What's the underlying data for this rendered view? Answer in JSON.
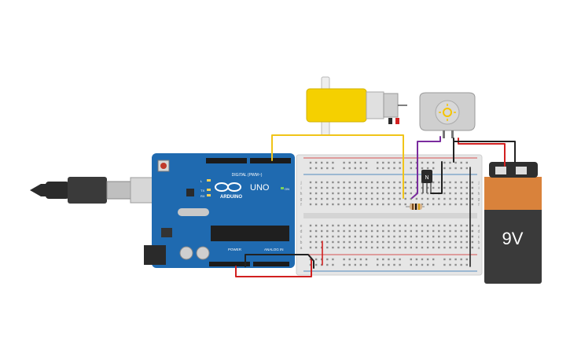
{
  "arduino": {
    "brand_text": "ARDUINO",
    "model_text": "UNO",
    "digital_label": "DIGITAL (PWM~)",
    "power_label": "POWER",
    "analog_label": "ANALOG IN",
    "tx_label": "TX",
    "rx_label": "RX",
    "l_label": "L",
    "on_label": "ON"
  },
  "battery": {
    "voltage_label": "9V"
  },
  "transistor": {
    "label": "N"
  },
  "breadboard": {
    "rows_top": [
      "j",
      "i",
      "h",
      "g",
      "f"
    ],
    "rows_bottom": [
      "e",
      "d",
      "c",
      "b",
      "a"
    ]
  },
  "colors": {
    "board": "#1f6ab0",
    "motor_yellow": "#f5d000",
    "battery_orange": "#d9823b",
    "battery_dark": "#3a3a3a",
    "wire_yellow": "#f0c419",
    "wire_red": "#d22020",
    "wire_black": "#222222",
    "wire_purple": "#7a2c9e"
  }
}
